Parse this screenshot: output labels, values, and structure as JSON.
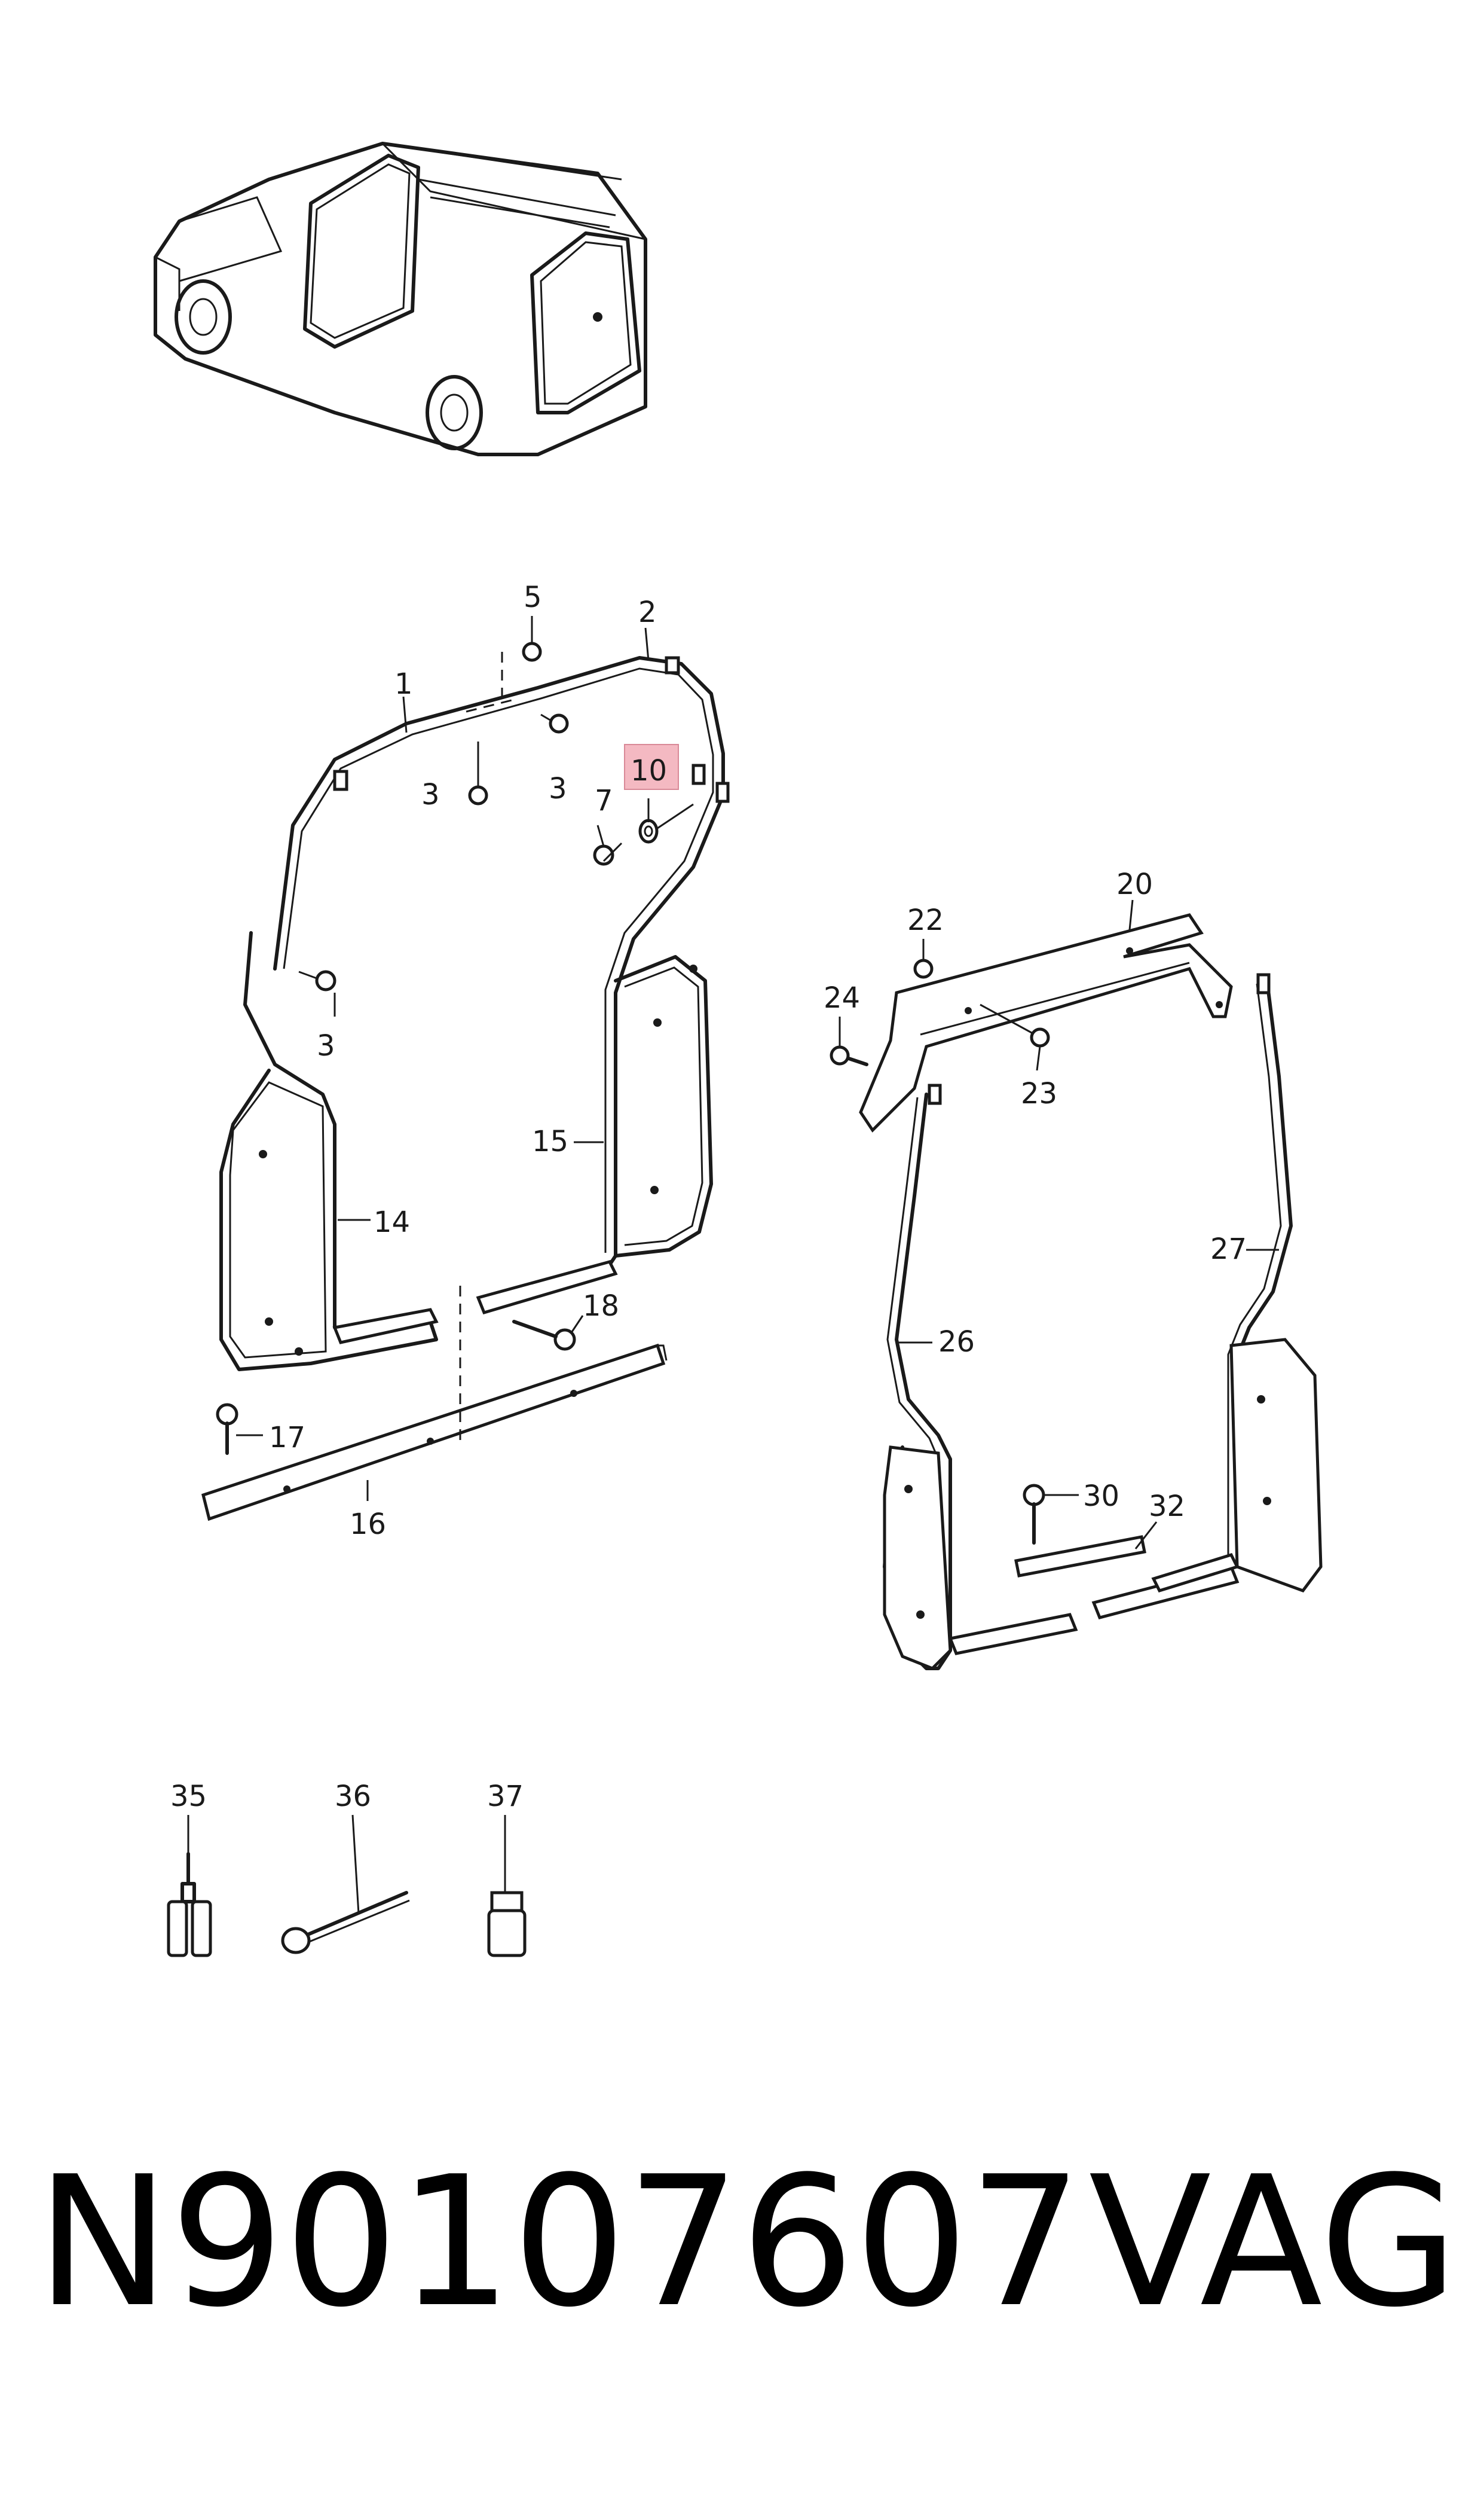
{
  "callouts": {
    "c1": "1",
    "c2": "2",
    "c3a": "3",
    "c3b": "3",
    "c3c": "3",
    "c5": "5",
    "c7": "7",
    "c10": "10",
    "c14": "14",
    "c15": "15",
    "c16": "16",
    "c17": "17",
    "c18": "18",
    "c20": "20",
    "c22": "22",
    "c23": "23",
    "c24": "24",
    "c26": "26",
    "c27": "27",
    "c30": "30",
    "c32": "32",
    "c35": "35",
    "c36": "36",
    "c37": "37"
  },
  "highlight_color": "#f4b9c2",
  "caption": {
    "part_number": "N90107607",
    "brand": "VAG"
  }
}
